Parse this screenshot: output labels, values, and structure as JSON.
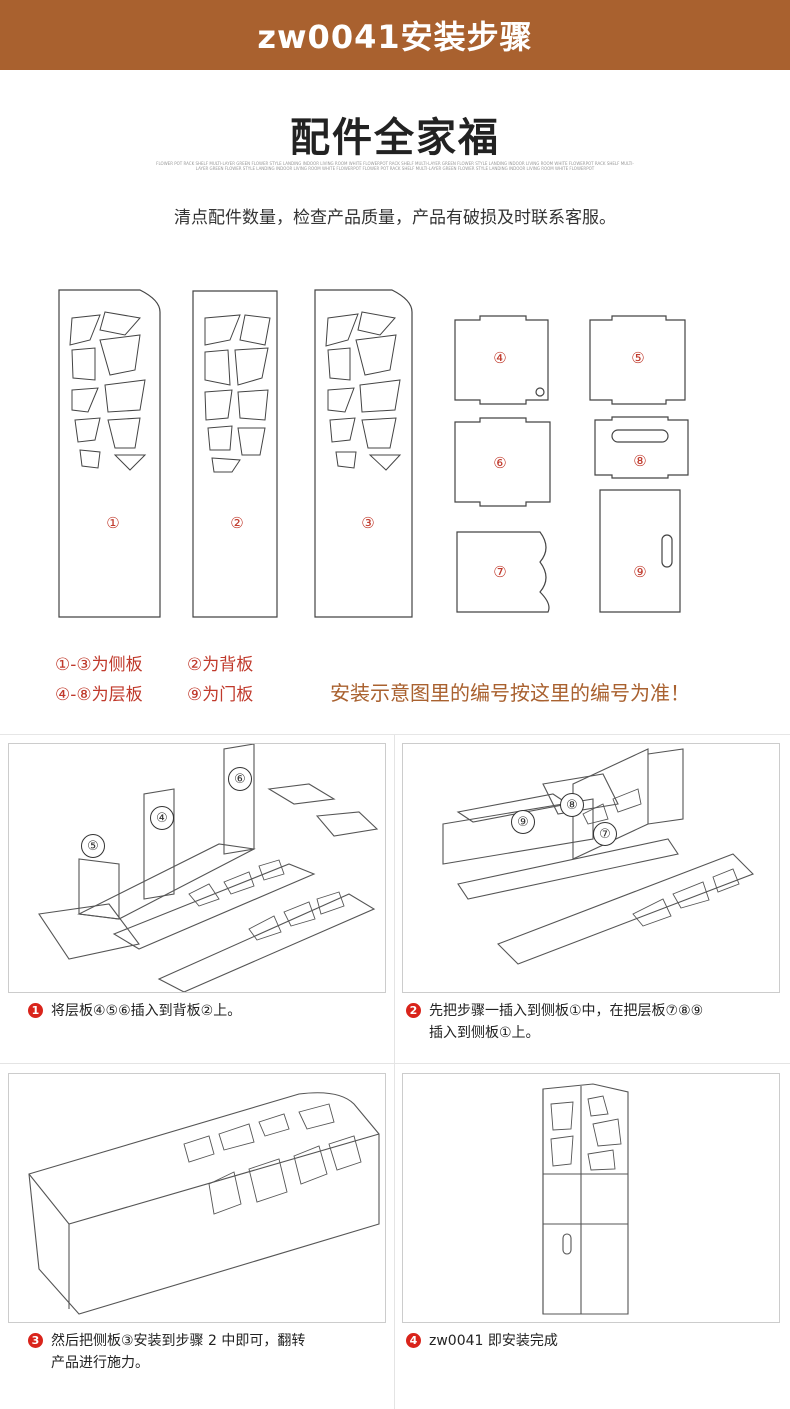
{
  "banner": {
    "title": "zw0041安装步骤"
  },
  "parts": {
    "title": "配件全家福",
    "tiny_text": "FLOWER POT RACK SHELF MULTI-LAYER GREEN FLOWER STYLE LANDING INDOOR LIVING ROOM WHITE FLOWERPOT RACK SHELF MULTI-LAYER GREEN FLOWER STYLE LANDING INDOOR LIVING ROOM WHITE FLOWERPOT RACK SHELF MULTI-LAYER GREEN FLOWER STYLE LANDING INDOOR LIVING ROOM WHITE FLOWERPOT FLOWER POT RACK SHELF MULTI-LAYER GREEN FLOWER STYLE LANDING INDOOR LIVING ROOM WHITE FLOWERPOT",
    "instruction": "清点配件数量，检查产品质量，产品有破损及时联系客服。",
    "labels": [
      "①",
      "②",
      "③",
      "④",
      "⑤",
      "⑥",
      "⑦",
      "⑧",
      "⑨"
    ],
    "legend": {
      "line1a": "①-③为侧板",
      "line1b": "②为背板",
      "line2a": "④-⑧为层板",
      "line2b": "⑨为门板"
    },
    "note": "安装示意图里的编号按这里的编号为准！"
  },
  "steps": [
    {
      "num": "1",
      "lines": [
        "将层板④⑤⑥插入到背板②上。"
      ],
      "marks": [
        "⑥",
        "④",
        "⑤"
      ]
    },
    {
      "num": "2",
      "lines": [
        "先把步骤一插入到侧板①中，在把层板⑦⑧⑨",
        "插入到侧板①上。"
      ],
      "marks": [
        "⑨",
        "⑧",
        "⑦"
      ]
    },
    {
      "num": "3",
      "lines": [
        "然后把侧板③安装到步骤 2 中即可，翻转",
        "产品进行施力。"
      ],
      "marks": []
    },
    {
      "num": "4",
      "lines": [
        "zw0041 即安装完成"
      ],
      "marks": []
    }
  ],
  "colors": {
    "banner": "#a9612f",
    "accent_red": "#c0392b",
    "note_brown": "#a9612f",
    "bullet_red": "#d9241b"
  }
}
